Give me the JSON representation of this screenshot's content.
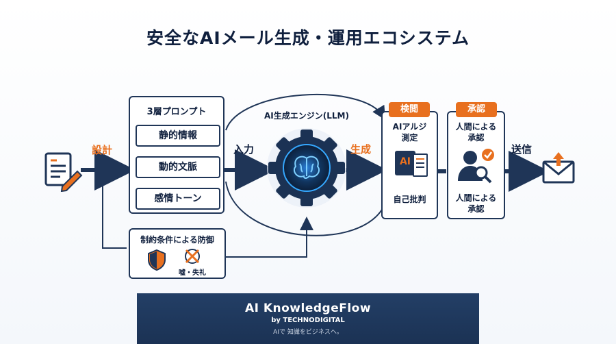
{
  "title": "安全なAIメール生成・運用エコシステム",
  "flow": {
    "design_label": "設計",
    "input_label": "入力",
    "generate_label": "生成",
    "send_label": "送信"
  },
  "prompt_box": {
    "title": "3層プロンプト",
    "layers": [
      "静的情報",
      "動的文脈",
      "感情トーン"
    ]
  },
  "engine": {
    "label": "AI生成エンジン(LLM)"
  },
  "constraint_box": {
    "title": "制約条件による防御",
    "item_label": "嘘・失礼"
  },
  "inspect_box": {
    "badge": "検閲",
    "line1": "AIアルジ",
    "line2": "測定",
    "ai_icon_text": "AI",
    "bottom": "自己批判"
  },
  "approve_box": {
    "badge": "承認",
    "top_line1": "人間による",
    "top_line2": "承認",
    "bottom_line1": "人間による",
    "bottom_line2": "承認"
  },
  "footer": {
    "brand": "AI KnowledgeFlow",
    "by": "by TECHNODIGITAL",
    "tagline": "AIで 知識をビジネスへ。"
  },
  "colors": {
    "navy": "#1f3557",
    "orange": "#e8701f",
    "glow": "#35a8ff"
  }
}
